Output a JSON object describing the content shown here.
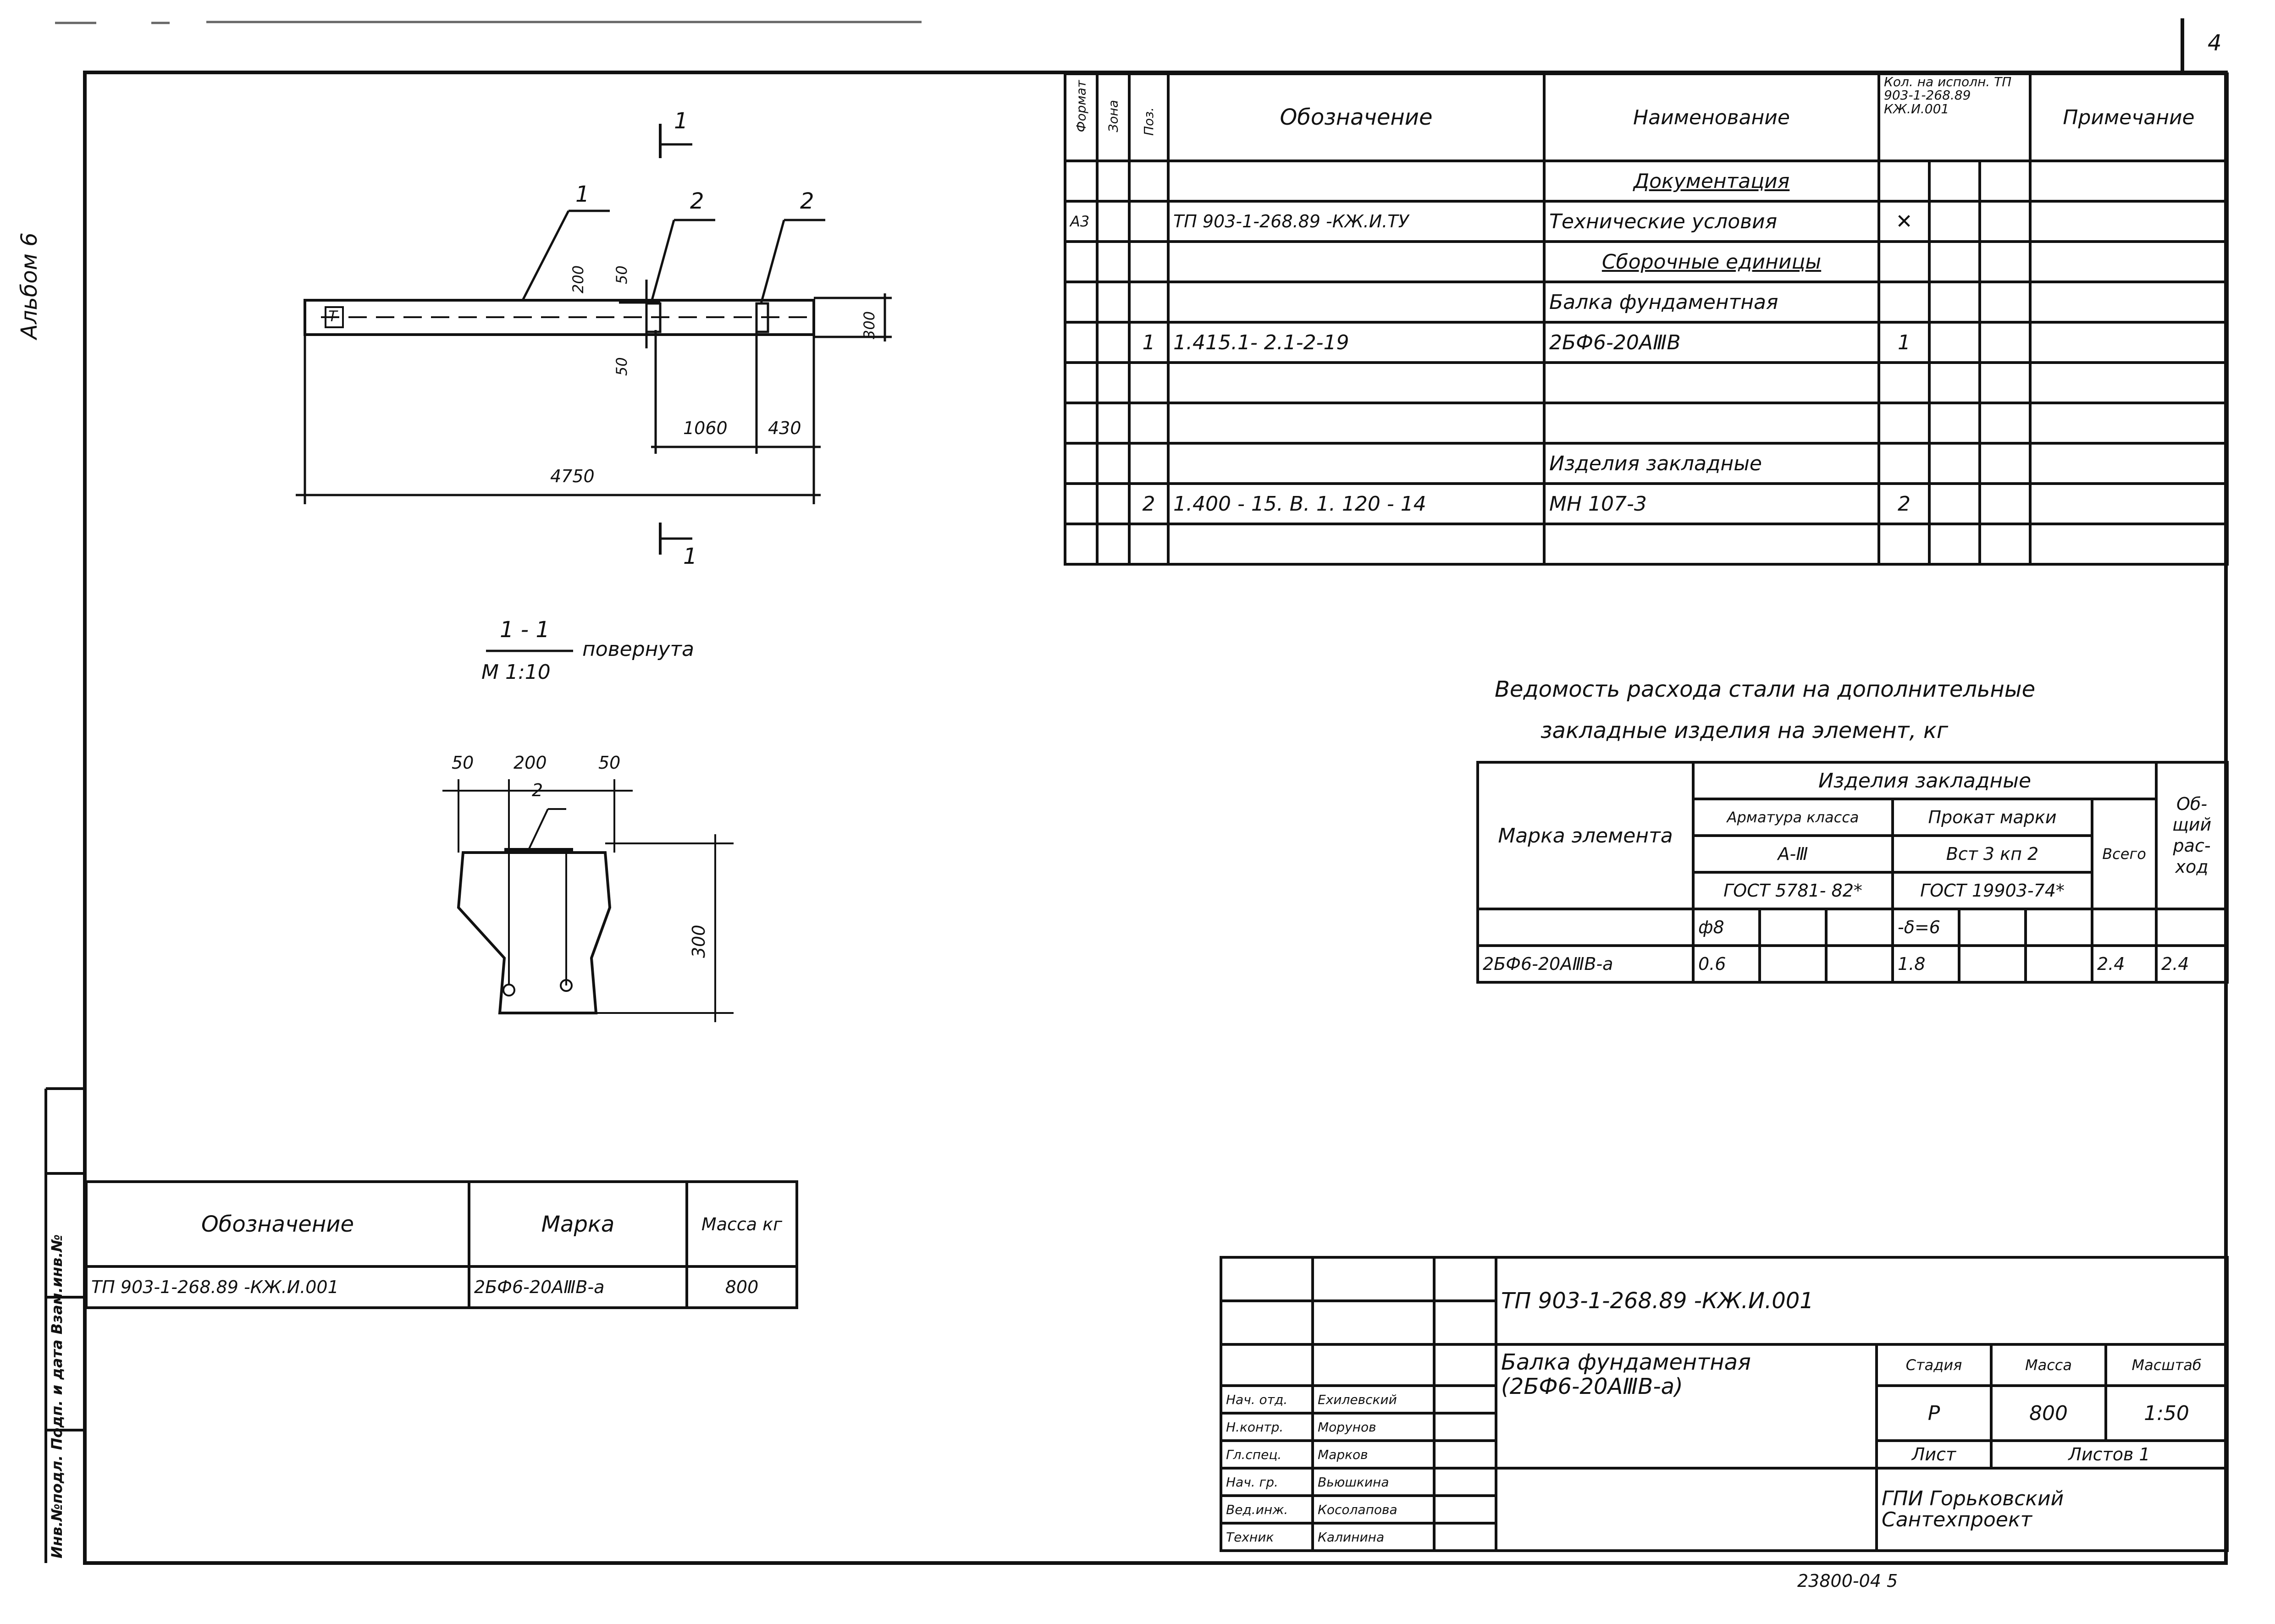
{
  "page_number": "4",
  "album_label": "Альбом 6",
  "plan": {
    "marks": {
      "section_top": "1",
      "pos1": "1",
      "pos2a": "2",
      "pos2b": "2",
      "section_bottom": "1"
    },
    "dims": {
      "d200": "200",
      "d50a": "50",
      "d50b": "50",
      "d300": "300",
      "d1060": "1060",
      "d430": "430",
      "d4750": "4750"
    },
    "tag_T": "Т"
  },
  "section": {
    "title": "1 - 1",
    "note": "повернута",
    "scale": "М 1:10",
    "dims": {
      "d50a": "50",
      "d200": "200",
      "d50b": "50",
      "d300": "300"
    },
    "pos": "2"
  },
  "spec": {
    "headers": {
      "format": "Формат",
      "zone": "Зона",
      "pos": "Поз.",
      "designation": "Обозначение",
      "name": "Наименование",
      "qty": "Кол. на испoлн. ТП 903-1-268.89 КЖ.И.001",
      "note": "Примечание"
    },
    "rows": [
      {
        "format": "",
        "pos": "",
        "designation": "",
        "name": "Документация",
        "qty": ""
      },
      {
        "format": "А3",
        "pos": "",
        "designation": "ТП 903-1-268.89 -КЖ.И.ТУ",
        "name": "Технические условия",
        "qty": ""
      },
      {
        "format": "",
        "pos": "",
        "designation": "",
        "name": "Сборочные единицы",
        "qty": ""
      },
      {
        "format": "",
        "pos": "",
        "designation": "",
        "name": "Балка фундаментная",
        "qty": ""
      },
      {
        "format": "",
        "pos": "1",
        "designation": "1.415.1- 2.1-2-19",
        "name": "2БФ6-20АⅢВ",
        "qty": "1"
      },
      {
        "format": "",
        "pos": "",
        "designation": "",
        "name": "",
        "qty": ""
      },
      {
        "format": "",
        "pos": "",
        "designation": "",
        "name": "",
        "qty": ""
      },
      {
        "format": "",
        "pos": "",
        "designation": "",
        "name": "Изделия закладные",
        "qty": ""
      },
      {
        "format": "",
        "pos": "2",
        "designation": "1.400 - 15. В. 1. 120 - 14",
        "name": "МН 107-3",
        "qty": "2"
      },
      {
        "format": "",
        "pos": "",
        "designation": "",
        "name": "",
        "qty": ""
      }
    ]
  },
  "steel": {
    "title1": "Ведомость расхода стали на дополнительные",
    "title2": "закладные изделия на элемент, кг",
    "h_mark": "Марка элемента",
    "h_items": "Изделия закладные",
    "h_rebar": "Арматура класса",
    "h_rolled": "Прокат марки",
    "h_rebar_class": "А-Ⅲ",
    "h_rolled_grade": "Вст 3 кп 2",
    "h_total": "Всего",
    "h_overall": "Об-щий рас-ход",
    "h_gost1": "ГОСТ 5781- 82*",
    "h_gost2": "ГОСТ 19903-74*",
    "h_d8": "ф8",
    "h_t6": "-δ=6",
    "row": {
      "mark": "2БФ6-20АⅢВ-а",
      "d8": "0.6",
      "t6": "1.8",
      "total": "2.4",
      "overall": "2.4"
    }
  },
  "marking": {
    "h_designation": "Обозначение",
    "h_mark": "Марка",
    "h_mass": "Масса кг",
    "designation": "ТП 903-1-268.89 -КЖ.И.001",
    "mark": "2БФ6-20АⅢВ-а",
    "mass": "800"
  },
  "stamp_side": "Инв.№подл. Подп. и дата Взам.инв.№",
  "title_block": {
    "code": "ТП 903-1-268.89 -КЖ.И.001",
    "name_line1": "Балка фундаментная",
    "name_line2": "(2БФ6-20АⅢВ-а)",
    "h_stage": "Стадия",
    "h_mass": "Масса",
    "h_scale": "Масштаб",
    "stage": "Р",
    "mass": "800",
    "scale": "1:50",
    "sheet": "Лист",
    "sheets": "Листов 1",
    "org1": "ГПИ Горьковский",
    "org2": "Сантехпроект",
    "people": [
      {
        "role": "Нач. отд.",
        "name": "Ехилевский"
      },
      {
        "role": "Н.контр.",
        "name": "Морунов"
      },
      {
        "role": "Гл.спец.",
        "name": "Марков"
      },
      {
        "role": "Нач. гр.",
        "name": "Вьюшкина"
      },
      {
        "role": "Вед.инж.",
        "name": "Косолапова"
      },
      {
        "role": "Техник",
        "name": "Калинина"
      }
    ]
  },
  "footer_number": "23800-04 5"
}
